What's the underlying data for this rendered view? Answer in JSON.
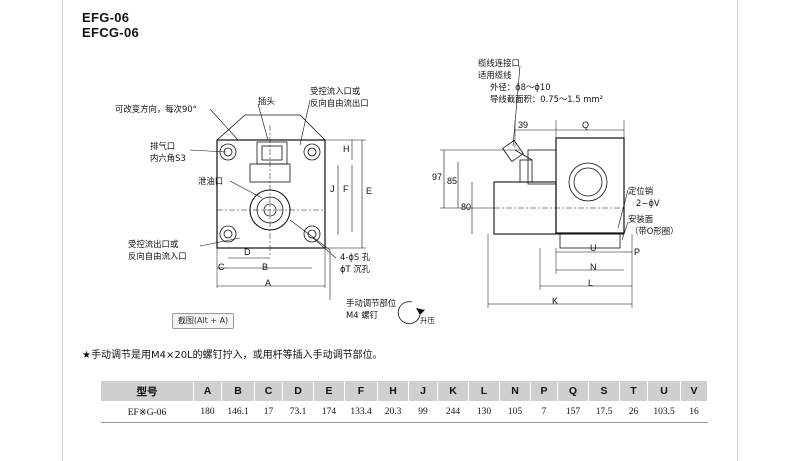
{
  "titles": {
    "line1": "EFG-06",
    "line2": "EFCG-06"
  },
  "labels": {
    "rotatable": "可改变方向，每次90°",
    "plug": "插头",
    "pilot_in_1": "受控流入口或",
    "pilot_in_2": "反向自由流出口",
    "vent_1": "排气口",
    "vent_2": "内六角S3",
    "drain": "泄油口",
    "pilot_out_1": "受控流出口或",
    "pilot_out_2": "反向自由流入口",
    "holes_1": "4-ϕS 孔",
    "holes_2": "ϕT 沉孔",
    "manual_1": "手动调节部位",
    "manual_2": "M4 螺钉",
    "rise": "升压",
    "cable_1": "缆线连接口",
    "cable_2": "适用缆线",
    "cable_3": "外径：ϕ8～ϕ10",
    "cable_4": "导线截面积：0.75～1.5 mm²",
    "locate_1": "定位销",
    "locate_2": "2−ϕV",
    "mount_1": "安装面",
    "mount_2": "（带O形圈）"
  },
  "dims": {
    "H": "H",
    "J": "J",
    "F": "F",
    "E": "E",
    "D": "D",
    "B": "B",
    "C": "C",
    "A": "A",
    "d39": "39",
    "Q": "Q",
    "d97": "97",
    "d85": "85",
    "d80": "80",
    "U": "U",
    "P": "P",
    "N": "N",
    "K": "K"
  },
  "screenshot_button": "截图(Alt + A)",
  "note": "★手动调节是用M4×20L的螺钉拧入，或用杆等插入手动调节部位。",
  "table": {
    "headers": [
      "型号",
      "A",
      "B",
      "C",
      "D",
      "E",
      "F",
      "H",
      "J",
      "K",
      "L",
      "N",
      "P",
      "Q",
      "S",
      "T",
      "U",
      "V"
    ],
    "rows": [
      [
        "EF※G-06",
        "180",
        "146.1",
        "17",
        "73.1",
        "174",
        "133.4",
        "20.3",
        "99",
        "244",
        "130",
        "105",
        "7",
        "157",
        "17.5",
        "26",
        "103.5",
        "16"
      ]
    ]
  }
}
